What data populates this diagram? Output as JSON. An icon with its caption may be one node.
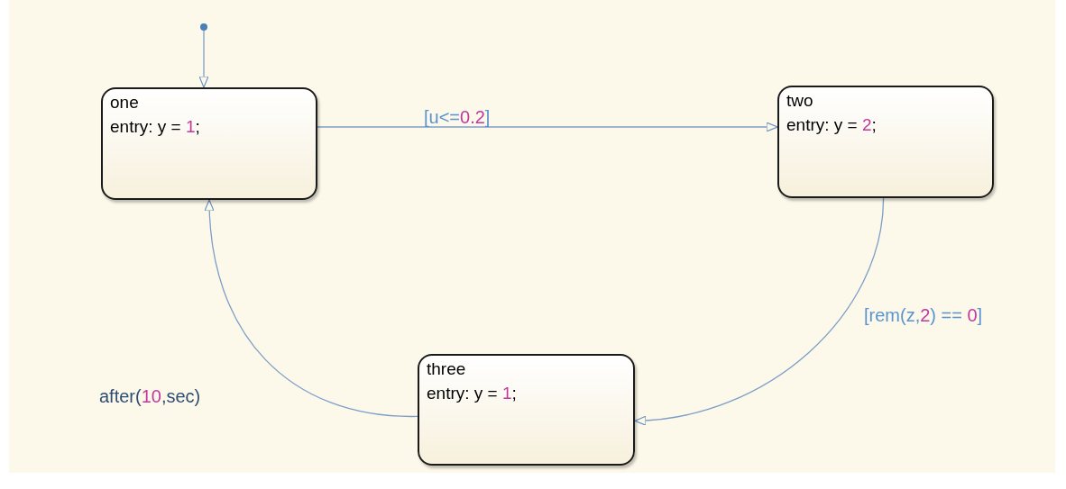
{
  "diagram": {
    "nodes": [
      {
        "text": [],
        "shape": "circle"
      },
      {
        "text": [
          "one",
          "entry: y = 1;"
        ]
      },
      {
        "text": [
          "two",
          "entry: y = 2;"
        ]
      },
      {
        "text": [
          "three",
          "entry: y = 1;"
        ]
      }
    ],
    "edges": [
      {
        "from": 0,
        "to": 1,
        "arrow": "to"
      },
      {
        "from": 1,
        "to": 2,
        "arrow": "to",
        "label": "[u<=0.2]"
      },
      {
        "from": 2,
        "to": 3,
        "arrow": "to",
        "label": "[rem(z,2) == 0]"
      },
      {
        "from": 3,
        "to": 1,
        "arrow": "to",
        "label": "after(10,sec)"
      }
    ]
  }
}
